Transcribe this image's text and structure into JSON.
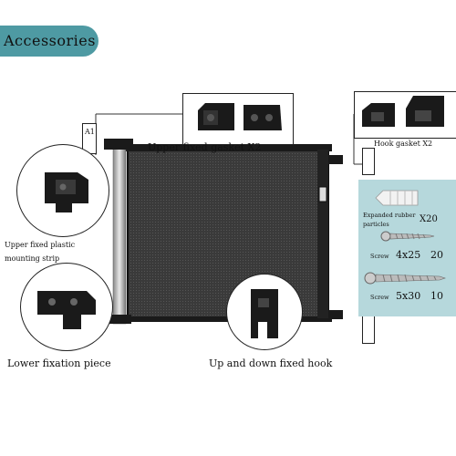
{
  "title": "Accessories",
  "labels": {
    "a1": "A1",
    "upper_gasket": "Upper fixed gasket X2",
    "hook_gasket": "Hook gasket X2",
    "upper_strip_line1": "Upper fixed plastic",
    "upper_strip_line2": "mounting strip",
    "lower_piece": "Lower fixation piece",
    "updown_hook": "Up and down fixed hook"
  },
  "panel": {
    "rubber_line1": "Expanded rubber",
    "rubber_line2": "particles",
    "rubber_qty": "X20",
    "screw1_label": "Screw",
    "screw1_size": "4x25",
    "screw1_qty": "20",
    "screw2_label": "Screw",
    "screw2_size": "5x30",
    "screw2_qty": "10"
  },
  "colors": {
    "banner": "#4e9aa3",
    "panel": "#b6d8dc",
    "mesh": "#3a3a3a",
    "part": "#1a1a1a"
  }
}
